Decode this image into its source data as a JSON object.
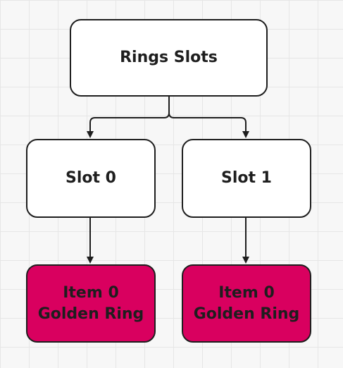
{
  "diagram": {
    "root": {
      "label": "Rings Slots"
    },
    "slots": [
      {
        "label": "Slot 0",
        "item": {
          "line1": "Item 0",
          "line2": "Golden Ring"
        }
      },
      {
        "label": "Slot 1",
        "item": {
          "line1": "Item 0",
          "line2": "Golden Ring"
        }
      }
    ]
  },
  "colors": {
    "background": "#f7f7f7",
    "grid": "#e6e6e6",
    "node_fill": "#ffffff",
    "item_fill": "#d9005f",
    "stroke": "#1e1e1e"
  }
}
